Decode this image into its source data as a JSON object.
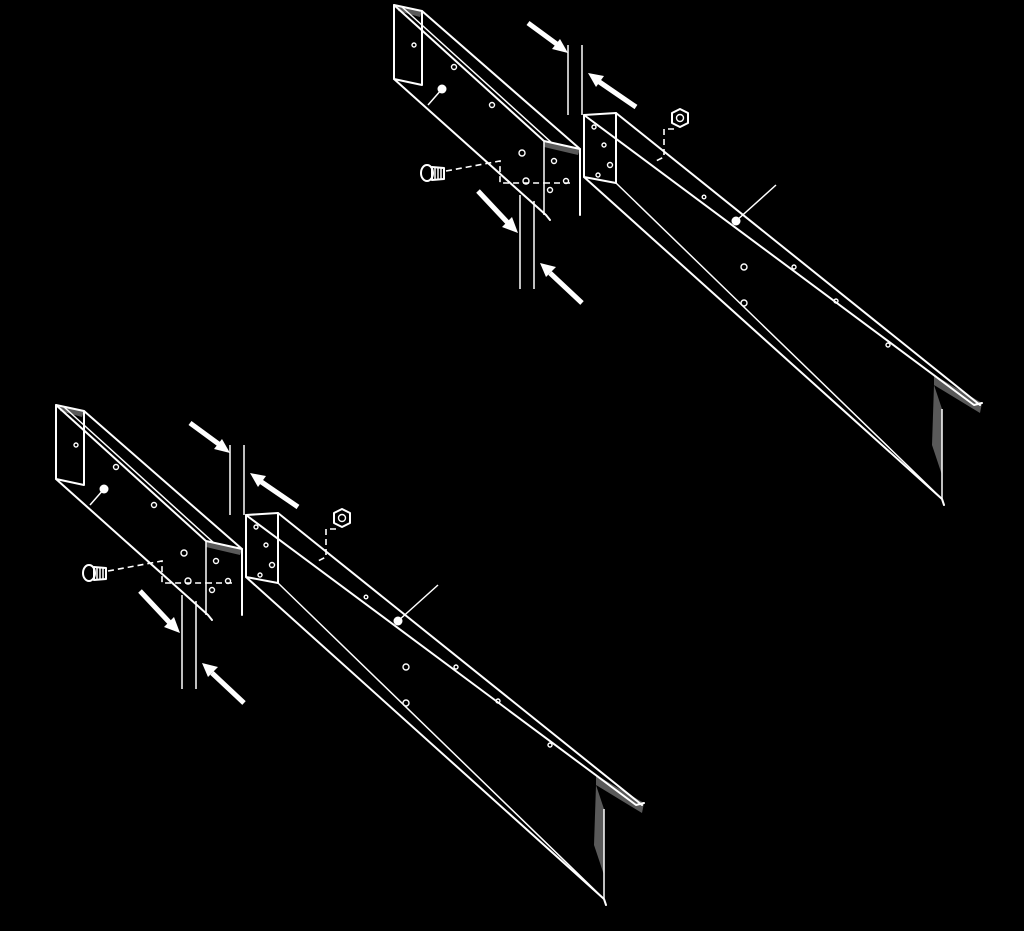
{
  "figure": {
    "background_color": "#000000",
    "line_color": "#ffffff",
    "assemblies": [
      {
        "id": "upper",
        "parts": [
          "angle-rail-short",
          "angle-rail-long",
          "bolt",
          "nut"
        ],
        "arrows": 4
      },
      {
        "id": "lower",
        "parts": [
          "angle-rail-short",
          "angle-rail-long",
          "bolt",
          "nut"
        ],
        "arrows": 4
      }
    ]
  }
}
